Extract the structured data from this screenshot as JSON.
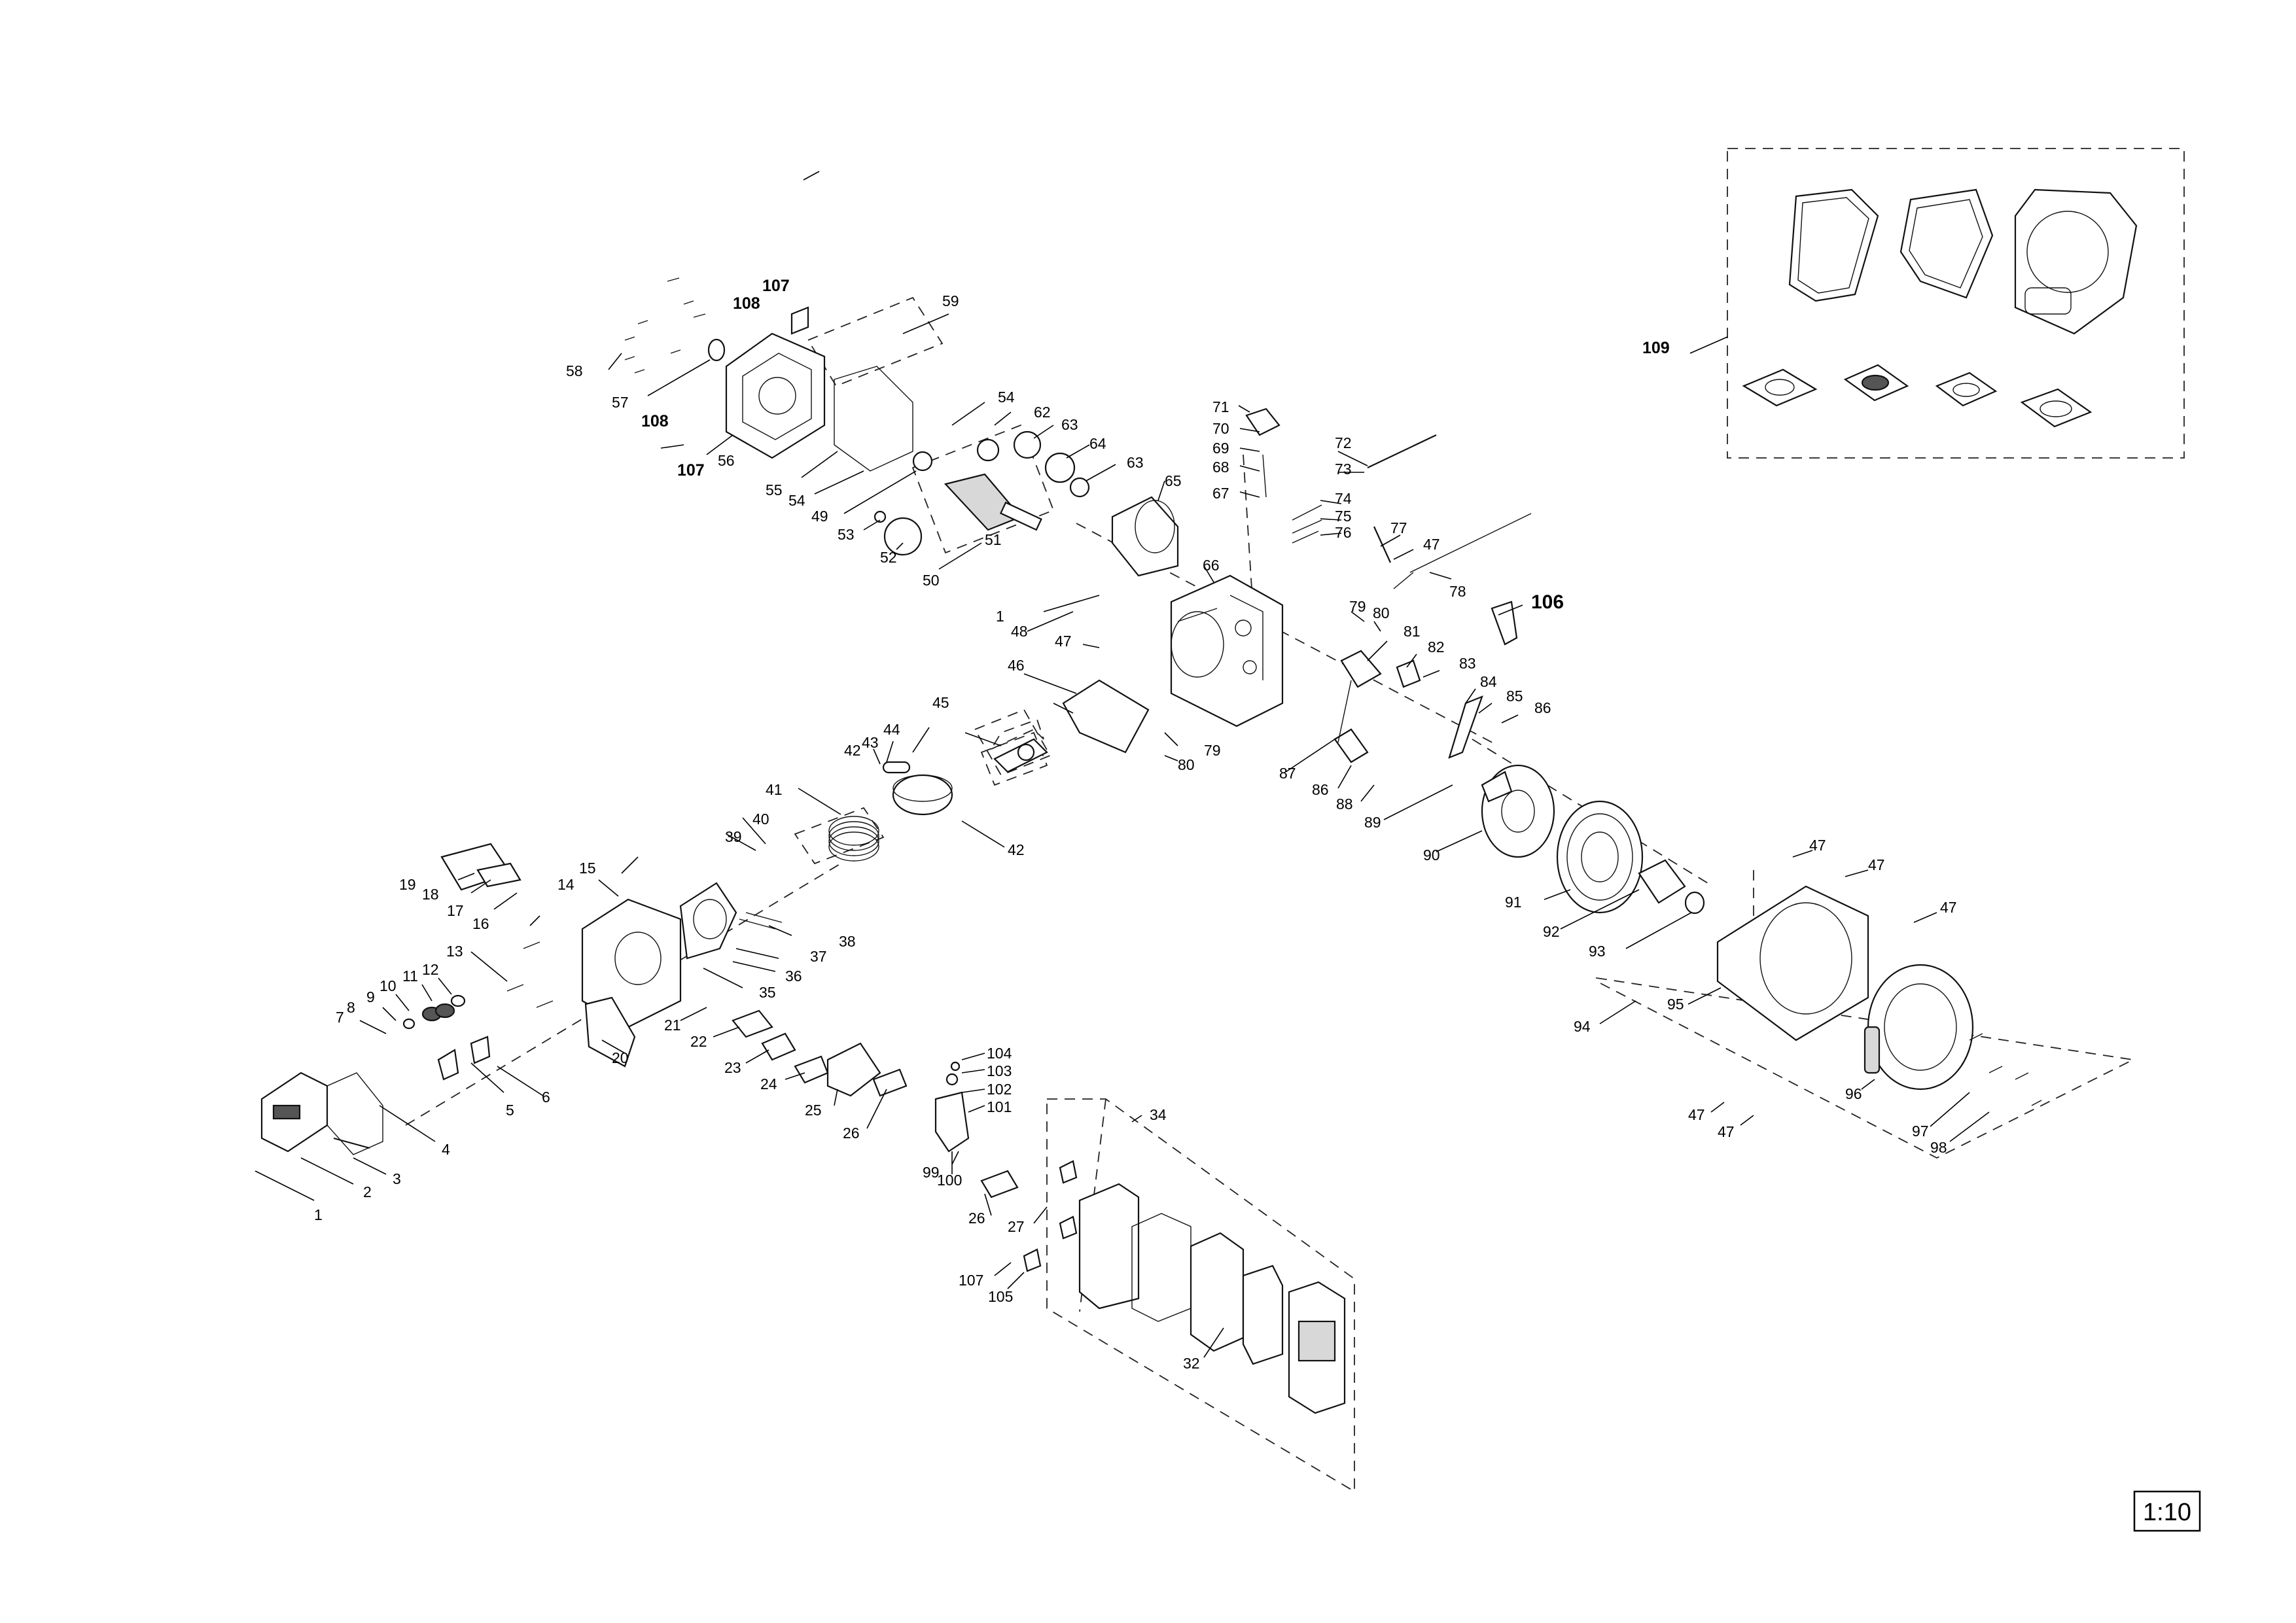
{
  "scale": "1:10",
  "callouts": [
    {
      "id": "c1",
      "text": "1"
    },
    {
      "id": "c1b",
      "text": "1"
    },
    {
      "id": "c2",
      "text": "2"
    },
    {
      "id": "c3",
      "text": "3"
    },
    {
      "id": "c4",
      "text": "4"
    },
    {
      "id": "c5",
      "text": "5"
    },
    {
      "id": "c6",
      "text": "6"
    },
    {
      "id": "c7",
      "text": "7"
    },
    {
      "id": "c8",
      "text": "8"
    },
    {
      "id": "c9",
      "text": "9"
    },
    {
      "id": "c10",
      "text": "10"
    },
    {
      "id": "c11",
      "text": "11"
    },
    {
      "id": "c12",
      "text": "12"
    },
    {
      "id": "c13",
      "text": "13"
    },
    {
      "id": "c14",
      "text": "14"
    },
    {
      "id": "c15",
      "text": "15"
    },
    {
      "id": "c16",
      "text": "16"
    },
    {
      "id": "c17",
      "text": "17"
    },
    {
      "id": "c18",
      "text": "18"
    },
    {
      "id": "c19",
      "text": "19"
    },
    {
      "id": "c20",
      "text": "20"
    },
    {
      "id": "c21",
      "text": "21"
    },
    {
      "id": "c22",
      "text": "22"
    },
    {
      "id": "c23",
      "text": "23"
    },
    {
      "id": "c24",
      "text": "24"
    },
    {
      "id": "c25",
      "text": "25"
    },
    {
      "id": "c26a",
      "text": "26"
    },
    {
      "id": "c26b",
      "text": "26"
    },
    {
      "id": "c27",
      "text": "27"
    },
    {
      "id": "c32",
      "text": "32"
    },
    {
      "id": "c34",
      "text": "34"
    },
    {
      "id": "c35",
      "text": "35"
    },
    {
      "id": "c36",
      "text": "36"
    },
    {
      "id": "c37",
      "text": "37"
    },
    {
      "id": "c38",
      "text": "38"
    },
    {
      "id": "c39",
      "text": "39"
    },
    {
      "id": "c40",
      "text": "40"
    },
    {
      "id": "c41",
      "text": "41"
    },
    {
      "id": "c42a",
      "text": "42"
    },
    {
      "id": "c42b",
      "text": "42"
    },
    {
      "id": "c43",
      "text": "43"
    },
    {
      "id": "c44",
      "text": "44"
    },
    {
      "id": "c45",
      "text": "45"
    },
    {
      "id": "c46",
      "text": "46"
    },
    {
      "id": "c47a",
      "text": "47"
    },
    {
      "id": "c47b",
      "text": "47"
    },
    {
      "id": "c47c",
      "text": "47"
    },
    {
      "id": "c47d",
      "text": "47"
    },
    {
      "id": "c47e",
      "text": "47"
    },
    {
      "id": "c47f",
      "text": "47"
    },
    {
      "id": "c47g",
      "text": "47"
    },
    {
      "id": "c48",
      "text": "48"
    },
    {
      "id": "c49",
      "text": "49"
    },
    {
      "id": "c50",
      "text": "50"
    },
    {
      "id": "c51",
      "text": "51"
    },
    {
      "id": "c52",
      "text": "52"
    },
    {
      "id": "c53",
      "text": "53"
    },
    {
      "id": "c54a",
      "text": "54"
    },
    {
      "id": "c54b",
      "text": "54"
    },
    {
      "id": "c55",
      "text": "55"
    },
    {
      "id": "c56",
      "text": "56"
    },
    {
      "id": "c57",
      "text": "57"
    },
    {
      "id": "c58",
      "text": "58"
    },
    {
      "id": "c59",
      "text": "59"
    },
    {
      "id": "c62",
      "text": "62"
    },
    {
      "id": "c63a",
      "text": "63"
    },
    {
      "id": "c63b",
      "text": "63"
    },
    {
      "id": "c64",
      "text": "64"
    },
    {
      "id": "c65",
      "text": "65"
    },
    {
      "id": "c66",
      "text": "66"
    },
    {
      "id": "c67",
      "text": "67"
    },
    {
      "id": "c68",
      "text": "68"
    },
    {
      "id": "c69",
      "text": "69"
    },
    {
      "id": "c70",
      "text": "70"
    },
    {
      "id": "c71",
      "text": "71"
    },
    {
      "id": "c72",
      "text": "72"
    },
    {
      "id": "c73",
      "text": "73"
    },
    {
      "id": "c74",
      "text": "74"
    },
    {
      "id": "c75",
      "text": "75"
    },
    {
      "id": "c76",
      "text": "76"
    },
    {
      "id": "c77",
      "text": "77"
    },
    {
      "id": "c78",
      "text": "78"
    },
    {
      "id": "c79a",
      "text": "79"
    },
    {
      "id": "c79b",
      "text": "79"
    },
    {
      "id": "c80a",
      "text": "80"
    },
    {
      "id": "c80b",
      "text": "80"
    },
    {
      "id": "c81",
      "text": "81"
    },
    {
      "id": "c82",
      "text": "82"
    },
    {
      "id": "c83",
      "text": "83"
    },
    {
      "id": "c84",
      "text": "84"
    },
    {
      "id": "c85",
      "text": "85"
    },
    {
      "id": "c86a",
      "text": "86"
    },
    {
      "id": "c86b",
      "text": "86"
    },
    {
      "id": "c87",
      "text": "87"
    },
    {
      "id": "c88",
      "text": "88"
    },
    {
      "id": "c89",
      "text": "89"
    },
    {
      "id": "c90",
      "text": "90"
    },
    {
      "id": "c91",
      "text": "91"
    },
    {
      "id": "c92",
      "text": "92"
    },
    {
      "id": "c93",
      "text": "93"
    },
    {
      "id": "c94",
      "text": "94"
    },
    {
      "id": "c95",
      "text": "95"
    },
    {
      "id": "c96",
      "text": "96"
    },
    {
      "id": "c97",
      "text": "97"
    },
    {
      "id": "c98",
      "text": "98"
    },
    {
      "id": "c99",
      "text": "99"
    },
    {
      "id": "c100",
      "text": "100"
    },
    {
      "id": "c101",
      "text": "101"
    },
    {
      "id": "c102",
      "text": "102"
    },
    {
      "id": "c103",
      "text": "103"
    },
    {
      "id": "c104",
      "text": "104"
    },
    {
      "id": "c105",
      "text": "105"
    },
    {
      "id": "c106",
      "text": "106"
    },
    {
      "id": "c107a",
      "text": "107"
    },
    {
      "id": "c107b",
      "text": "107"
    },
    {
      "id": "c107c",
      "text": "107"
    },
    {
      "id": "c108a",
      "text": "108"
    },
    {
      "id": "c108b",
      "text": "108"
    },
    {
      "id": "c109",
      "text": "109"
    }
  ]
}
